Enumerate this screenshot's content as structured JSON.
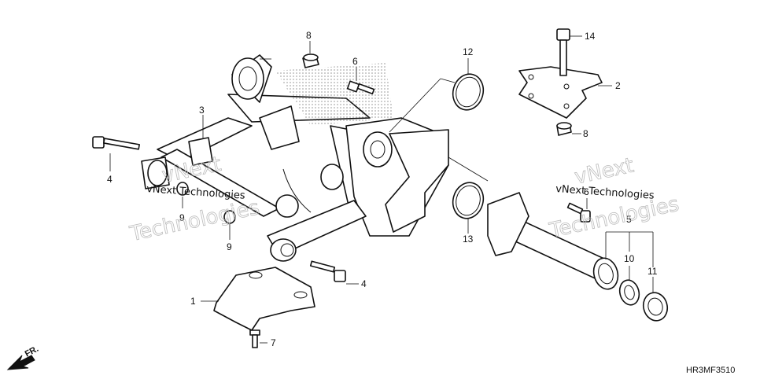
{
  "callouts": [
    {
      "id": "c1",
      "text": "1"
    },
    {
      "id": "c2",
      "text": "2"
    },
    {
      "id": "c3",
      "text": "3"
    },
    {
      "id": "c4a",
      "text": "4"
    },
    {
      "id": "c4b",
      "text": "4"
    },
    {
      "id": "c5",
      "text": "5"
    },
    {
      "id": "c6a",
      "text": "6"
    },
    {
      "id": "c6b",
      "text": "6"
    },
    {
      "id": "c7",
      "text": "7"
    },
    {
      "id": "c8a",
      "text": "8"
    },
    {
      "id": "c8b",
      "text": "8"
    },
    {
      "id": "c9a",
      "text": "9"
    },
    {
      "id": "c9b",
      "text": "9"
    },
    {
      "id": "c10",
      "text": "10"
    },
    {
      "id": "c11",
      "text": "11"
    },
    {
      "id": "c12",
      "text": "12"
    },
    {
      "id": "c13",
      "text": "13"
    },
    {
      "id": "c14",
      "text": "14"
    }
  ],
  "watermarks": {
    "line1": "vNext",
    "line2": "Technologies",
    "overlay1": "vNext Technologies",
    "overlay2": "vNext Technologies"
  },
  "direction_label": "FR.",
  "drawing_code": "HR3MF3510"
}
